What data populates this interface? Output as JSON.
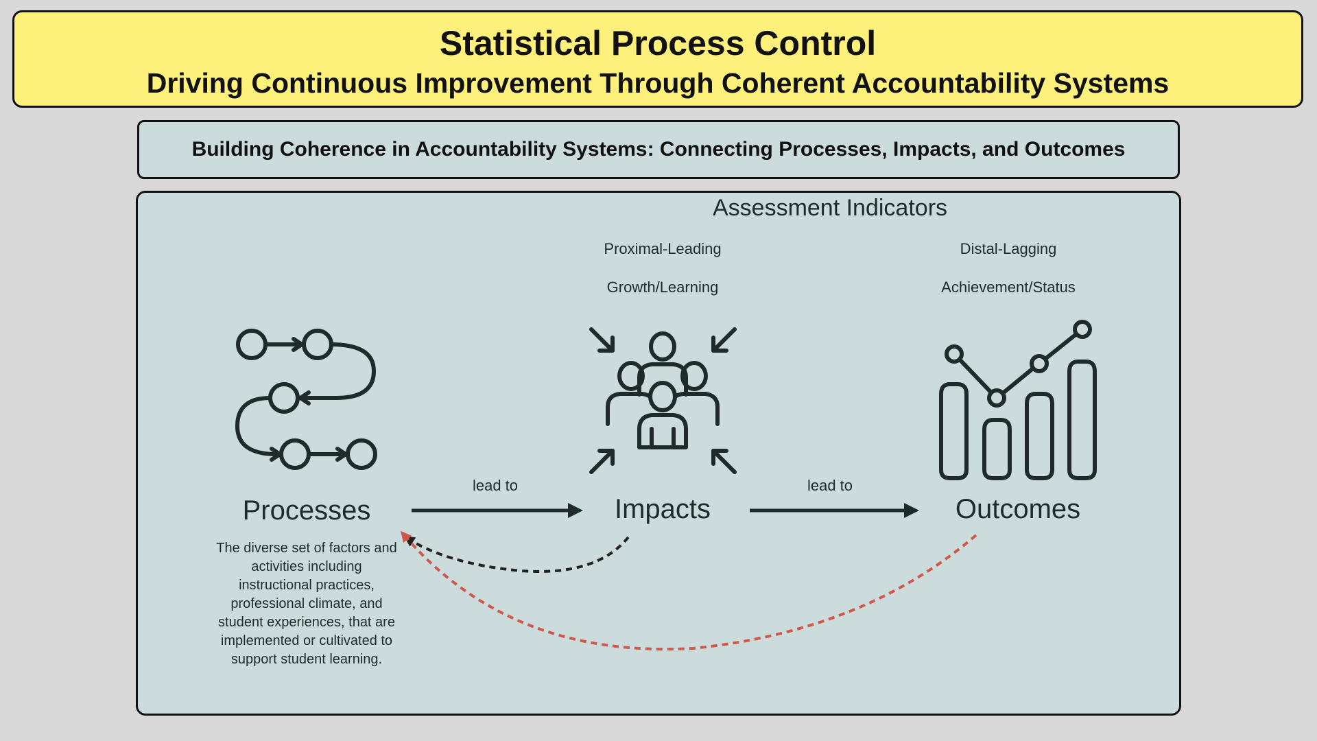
{
  "header": {
    "title": "Statistical Process Control",
    "subtitle": "Driving Continuous Improvement Through Coherent Accountability Systems"
  },
  "banner": {
    "text": "Building Coherence in Accountability Systems: Connecting Processes, Impacts, and Outcomes"
  },
  "diagram": {
    "indicators_title": "Assessment Indicators",
    "proximal": {
      "label": "Proximal-Leading",
      "sub": "Growth/Learning"
    },
    "distal": {
      "label": "Distal-Lagging",
      "sub": "Achievement/Status"
    },
    "nodes": {
      "processes": {
        "label": "Processes",
        "description": "The diverse set of factors and activities including instructional practices, professional climate, and student experiences, that are implemented or cultivated to support student learning.",
        "icon": "workflow-icon"
      },
      "impacts": {
        "label": "Impacts",
        "icon": "group-converge-icon"
      },
      "outcomes": {
        "label": "Outcomes",
        "icon": "line-bar-chart-icon"
      }
    },
    "edges": [
      {
        "from": "Processes",
        "to": "Impacts",
        "label": "lead to"
      },
      {
        "from": "Impacts",
        "to": "Outcomes",
        "label": "lead to"
      }
    ],
    "feedback_colors": {
      "impacts_to_processes": "#222222",
      "outcomes_to_processes": "#d0584a"
    }
  }
}
